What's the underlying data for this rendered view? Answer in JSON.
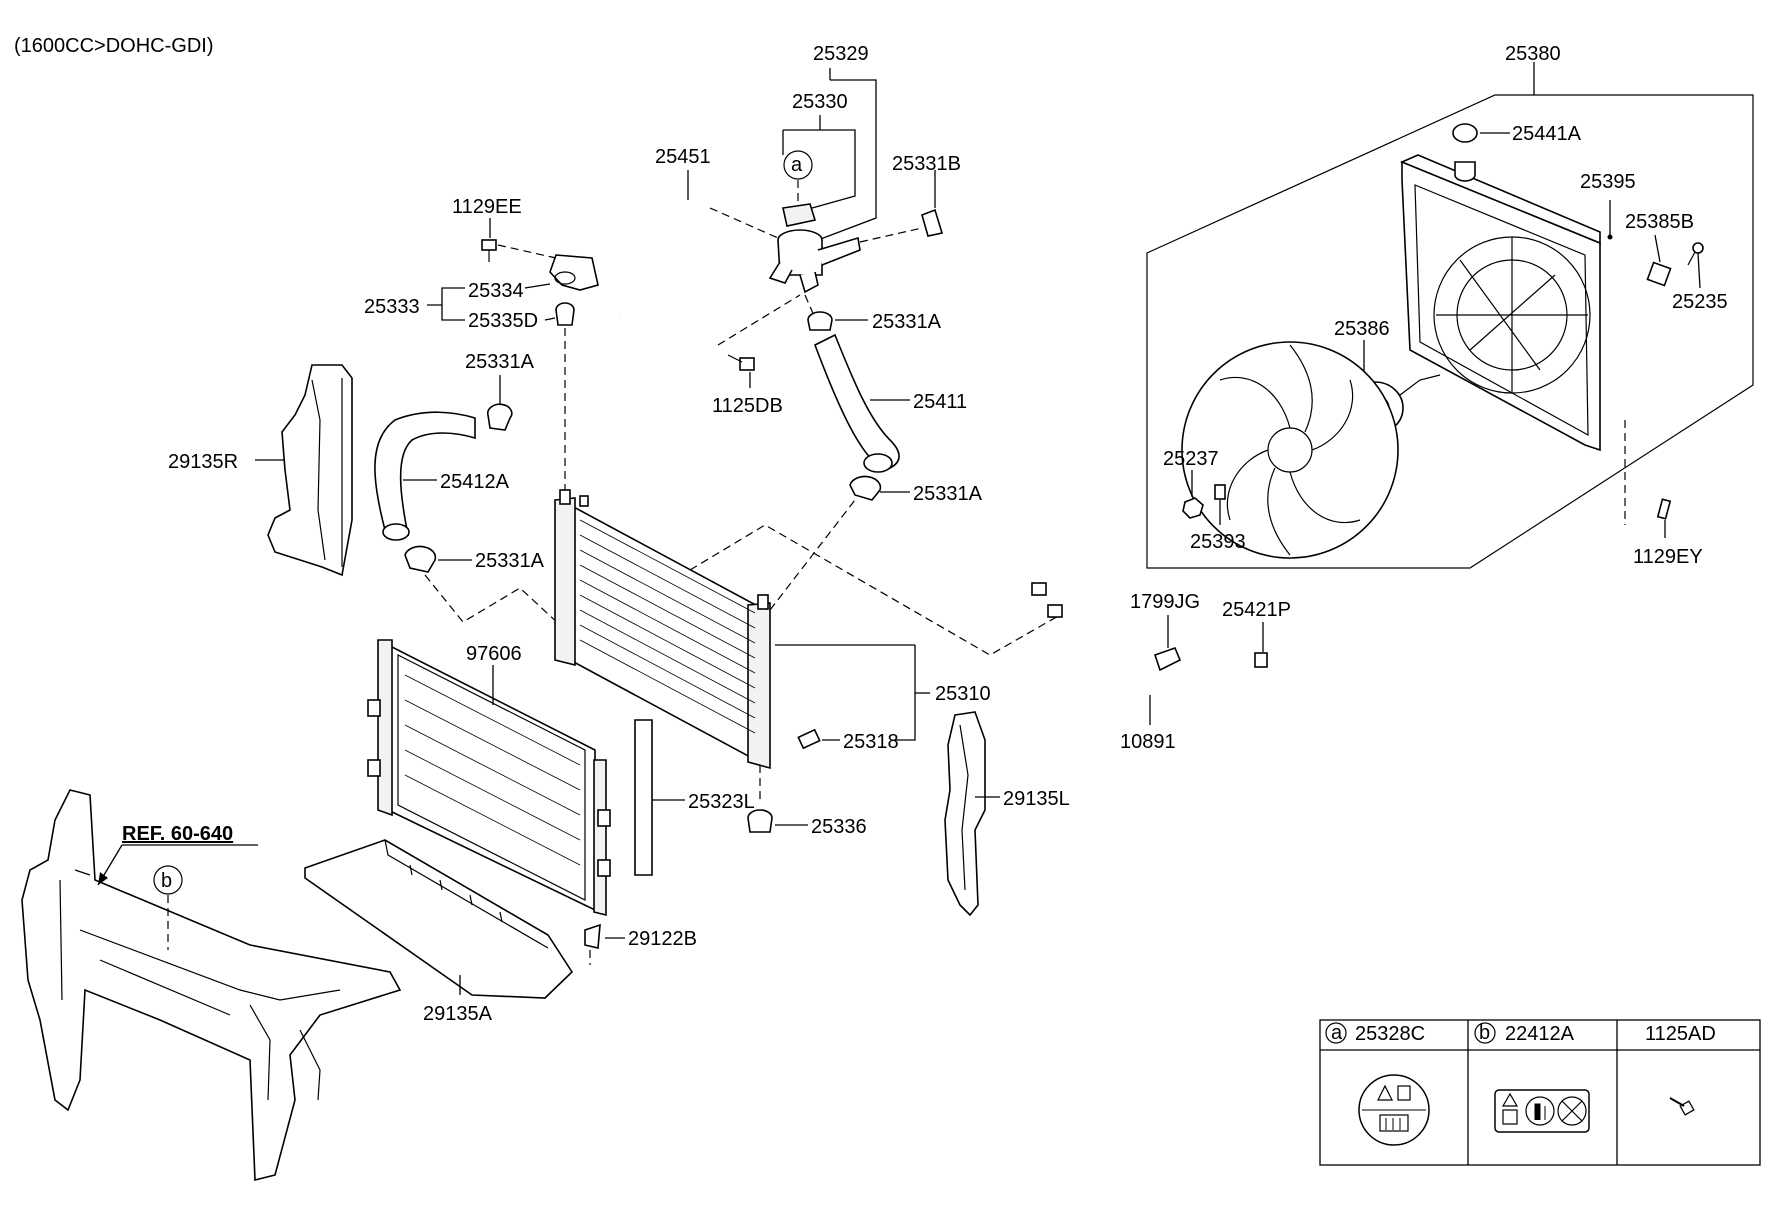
{
  "engine_note": "(1600CC>DOHC-GDI)",
  "ref_label": "REF. 60-640",
  "part_labels": {
    "p25329": "25329",
    "p25330": "25330",
    "p25451": "25451",
    "p25331B": "25331B",
    "p1129EE": "1129EE",
    "p25334": "25334",
    "p25333": "25333",
    "p25335D": "25335D",
    "p25331A_top": "25331A",
    "p25331A_left": "25331A",
    "p25331A_right": "25331A",
    "p25331A_lower": "25331A",
    "p1125DB": "1125DB",
    "p25411": "25411",
    "p29135R": "29135R",
    "p25412A": "25412A",
    "p97606": "97606",
    "p25310": "25310",
    "p25318": "25318",
    "p25323L": "25323L",
    "p25336": "25336",
    "p29135L": "29135L",
    "p29122B": "29122B",
    "p29135A": "29135A",
    "p25380": "25380",
    "p25441A": "25441A",
    "p25395": "25395",
    "p25385B": "25385B",
    "p25235": "25235",
    "p25386": "25386",
    "p25237": "25237",
    "p25393": "25393",
    "p1129EY": "1129EY",
    "p1799JG": "1799JG",
    "p25421P": "25421P",
    "p10891": "10891"
  },
  "callouts": {
    "a": "a",
    "b": "b"
  },
  "legend_table": {
    "columns": [
      {
        "letter": "a",
        "part": "25328C"
      },
      {
        "letter": "b",
        "part": "22412A"
      },
      {
        "letter": "",
        "part": "1125AD"
      }
    ]
  }
}
